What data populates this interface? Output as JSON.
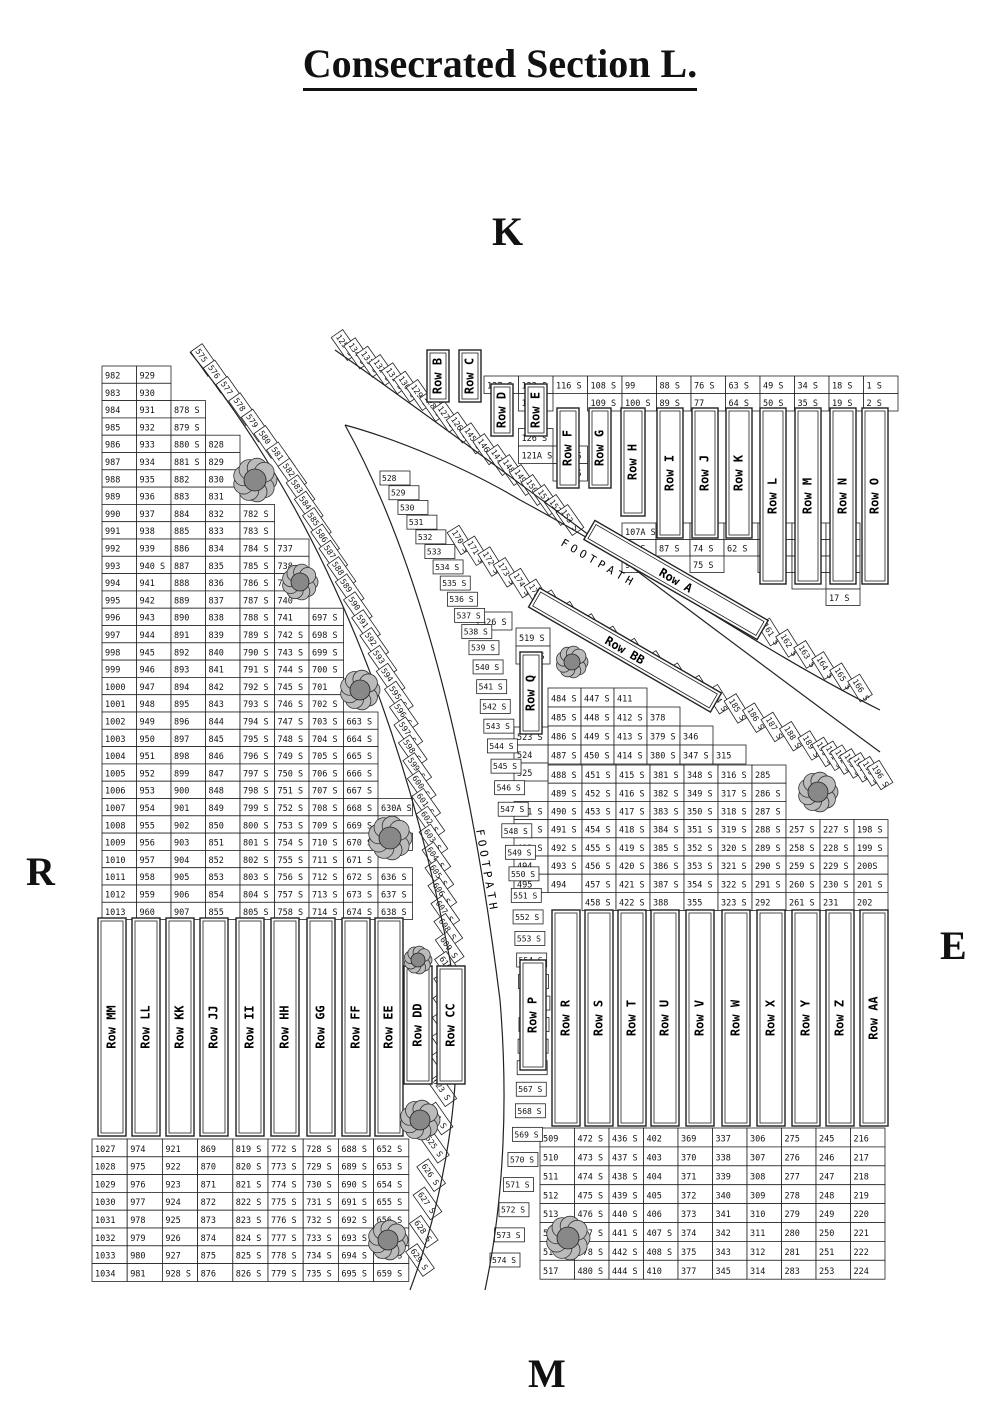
{
  "title": "Consecrated Section L.",
  "directions": {
    "north": "K",
    "west": "R",
    "east": "E",
    "south": "M"
  },
  "footpaths": [
    "FOOTPATH",
    "FOOTPATH"
  ],
  "plots": {
    "left_block_cols": [
      [
        "982",
        "983",
        "984",
        "985",
        "986",
        "987",
        "988",
        "989",
        "990",
        "991",
        "992",
        "993",
        "994",
        "995",
        "996",
        "997",
        "998",
        "999",
        "1000",
        "1001",
        "1002",
        "1003",
        "1004",
        "1005",
        "1006",
        "1007",
        "1008",
        "1009",
        "1010",
        "1011",
        "1012",
        "1013"
      ],
      [
        "929",
        "930",
        "931",
        "932",
        "933",
        "934",
        "935",
        "936",
        "937",
        "938",
        "939",
        "940 S",
        "941",
        "942",
        "943",
        "944",
        "945",
        "946",
        "947",
        "948",
        "949",
        "950",
        "951",
        "952",
        "953",
        "954",
        "955",
        "956",
        "957",
        "958",
        "959",
        "960"
      ],
      [
        "",
        "",
        "878 S",
        "879 S",
        "880 S",
        "881 S",
        "882",
        "883",
        "884",
        "885",
        "886",
        "887",
        "888",
        "889",
        "890",
        "891",
        "892",
        "893",
        "894",
        "895",
        "896",
        "897",
        "898",
        "899",
        "900",
        "901",
        "902",
        "903",
        "904",
        "905",
        "906",
        "907"
      ],
      [
        "",
        "",
        "",
        "",
        "828",
        "829",
        "830",
        "831",
        "832",
        "833",
        "834",
        "835",
        "836",
        "837",
        "838",
        "839",
        "840",
        "841",
        "842",
        "843",
        "844",
        "845",
        "846",
        "847",
        "848",
        "849",
        "850",
        "851",
        "852",
        "853",
        "854",
        "855"
      ],
      [
        "",
        "",
        "",
        "",
        "",
        "",
        "",
        "",
        "782 S",
        "783 S",
        "784 S",
        "785 S",
        "786 S",
        "787 S",
        "788 S",
        "789 S",
        "790 S",
        "791 S",
        "792 S",
        "793 S",
        "794 S",
        "795 S",
        "796 S",
        "797 S",
        "798 S",
        "799 S",
        "800 S",
        "801 S",
        "802 S",
        "803 S",
        "804 S",
        "805 S"
      ],
      [
        "",
        "",
        "",
        "",
        "",
        "",
        "",
        "",
        "",
        "",
        "737",
        "738",
        "739",
        "740",
        "741",
        "742 S",
        "743 S",
        "744 S",
        "745 S",
        "746 S",
        "747 S",
        "748 S",
        "749 S",
        "750 S",
        "751 S",
        "752 S",
        "753 S",
        "754 S",
        "755 S",
        "756 S",
        "757 S",
        "758 S"
      ],
      [
        "",
        "",
        "",
        "",
        "",
        "",
        "",
        "",
        "",
        "",
        "",
        "",
        "",
        "",
        "697 S",
        "698 S",
        "699 S",
        "700 S",
        "701",
        "702 S",
        "703 S",
        "704 S",
        "705 S",
        "706 S",
        "707 S",
        "708 S",
        "709 S",
        "710 S",
        "711 S",
        "712 S",
        "713 S",
        "714 S"
      ],
      [
        "",
        "",
        "",
        "",
        "",
        "",
        "",
        "",
        "",
        "",
        "",
        "",
        "",
        "",
        "",
        "",
        "",
        "",
        "",
        "",
        "663 S",
        "664 S",
        "665 S",
        "666 S",
        "667 S",
        "668 S",
        "669 S",
        "670 S",
        "671 S",
        "672 S",
        "673 S",
        "674 S"
      ],
      [
        "",
        "",
        "",
        "",
        "",
        "",
        "",
        "",
        "",
        "",
        "",
        "",
        "",
        "",
        "",
        "",
        "",
        "",
        "",
        "",
        "",
        "",
        "",
        "",
        "",
        "630A S",
        "",
        "636 S",
        "",
        "636 S",
        "637 S",
        "638 S"
      ]
    ],
    "bottom_left_cols": [
      [
        "1027",
        "1028",
        "1029",
        "1030",
        "1031",
        "1032",
        "1033",
        "1034"
      ],
      [
        "974",
        "975",
        "976",
        "977",
        "978",
        "979",
        "980",
        "981"
      ],
      [
        "921",
        "922",
        "923",
        "924",
        "925",
        "926",
        "927",
        "928 S"
      ],
      [
        "869",
        "870",
        "871",
        "872",
        "873",
        "874",
        "875",
        "876"
      ],
      [
        "819 S",
        "820 S",
        "821 S",
        "822 S",
        "823 S",
        "824 S",
        "825 S",
        "826 S"
      ],
      [
        "772 S",
        "773 S",
        "774 S",
        "775 S",
        "776 S",
        "777 S",
        "778 S",
        "779 S"
      ],
      [
        "728 S",
        "729 S",
        "730 S",
        "731 S",
        "732 S",
        "733 S",
        "734 S",
        "735 S"
      ],
      [
        "688 S",
        "689 S",
        "690 S",
        "691 S",
        "692 S",
        "693 S",
        "694 S",
        "695 S"
      ],
      [
        "652 S",
        "653 S",
        "654 S",
        "655 S",
        "656 S",
        "657 S",
        "658 S",
        "659 S"
      ]
    ],
    "bottom_right_cols": [
      [
        "509",
        "510",
        "511",
        "512",
        "513",
        "514",
        "515",
        "517"
      ],
      [
        "472 S",
        "473 S",
        "474 S",
        "475 S",
        "476 S",
        "477 S",
        "478 S",
        "480 S"
      ],
      [
        "436 S",
        "437 S",
        "438 S",
        "439 S",
        "440 S",
        "441 S",
        "442 S",
        "444 S"
      ],
      [
        "402",
        "403",
        "404",
        "405",
        "406",
        "407 S",
        "408 S",
        "410"
      ],
      [
        "369",
        "370",
        "371",
        "372",
        "373",
        "374",
        "375",
        "377"
      ],
      [
        "337",
        "338",
        "339",
        "340",
        "341",
        "342",
        "343",
        "345"
      ],
      [
        "306",
        "307",
        "308",
        "309",
        "310",
        "311",
        "312",
        "314"
      ],
      [
        "275",
        "276",
        "277",
        "278",
        "279",
        "280",
        "281",
        "283"
      ],
      [
        "245",
        "246",
        "247",
        "248",
        "249",
        "250",
        "251",
        "253"
      ],
      [
        "216",
        "217",
        "218",
        "219",
        "220",
        "221",
        "222",
        "224"
      ]
    ],
    "right_mid_cols": [
      [
        "",
        "",
        "491 S",
        "492 S",
        "493 S",
        "494",
        "495"
      ],
      [
        "488 S",
        "489 S",
        "490 S",
        "491 S",
        "492 S",
        "493 S",
        "494"
      ],
      [
        "451 S",
        "452 S",
        "453 S",
        "454 S",
        "455 S",
        "456 S",
        "457 S",
        "458 S"
      ],
      [
        "415 S",
        "416 S",
        "417 S",
        "418 S",
        "419 S",
        "420 S",
        "421 S",
        "422 S"
      ],
      [
        "381 S",
        "382 S",
        "383 S",
        "384 S",
        "385 S",
        "386 S",
        "387 S",
        "388"
      ],
      [
        "348 S",
        "349 S",
        "350 S",
        "351 S",
        "352 S",
        "353 S",
        "354 S",
        "355"
      ],
      [
        "316 S",
        "317 S",
        "318 S",
        "319 S",
        "320 S",
        "321 S",
        "322 S",
        "323 S"
      ],
      [
        "285",
        "286 S",
        "287 S",
        "288 S",
        "289 S",
        "290 S",
        "291 S",
        "292"
      ],
      [
        "",
        "",
        "",
        "257 S",
        "258 S",
        "259 S",
        "260 S",
        "261 S"
      ],
      [
        "",
        "",
        "",
        "227 S",
        "228 S",
        "229 S",
        "230 S",
        "231"
      ],
      [
        "",
        "",
        "",
        "198 S",
        "199 S",
        "200S",
        "201 S",
        "202"
      ]
    ],
    "upper_mid_cols": [
      [
        "484 S",
        "485 S",
        "486 S",
        "487 S"
      ],
      [
        "447 S",
        "448 S",
        "449 S",
        "450 S"
      ],
      [
        "411",
        "412 S",
        "413 S",
        "414 S"
      ],
      [
        "",
        "378",
        "379 S",
        "380 S"
      ],
      [
        "",
        "",
        "346",
        "347 S"
      ],
      [
        "",
        "",
        "",
        "315"
      ]
    ],
    "top_right_cols": [
      [
        "127 S",
        "",
        "",
        "",
        "",
        ""
      ],
      [
        "122 S",
        "117 S",
        "",
        "126 S",
        "121A S",
        ""
      ],
      [
        "116 S",
        "",
        "",
        "",
        "114 S",
        "115 S"
      ],
      [
        "108 S",
        "109 S",
        "",
        "",
        "",
        ""
      ],
      [
        "99",
        "100 S",
        "",
        "",
        "",
        ""
      ],
      [
        "88 S",
        "89 S",
        "",
        "",
        "",
        ""
      ],
      [
        "76 S",
        "77",
        "",
        "",
        "",
        ""
      ],
      [
        "63 S",
        "64 S",
        "",
        "",
        "",
        ""
      ],
      [
        "49 S",
        "50 S",
        "",
        "",
        "",
        ""
      ],
      [
        "34 S",
        "35 S",
        "",
        "",
        "",
        ""
      ],
      [
        "18 S",
        "19 S",
        "",
        "",
        "",
        ""
      ],
      [
        "1 S",
        "2 S",
        "",
        "",
        "",
        ""
      ]
    ],
    "row_a_cols": [
      [
        "107A S",
        "97 S",
        "98 S"
      ],
      [
        "86 S",
        "87 S"
      ],
      [
        "73 S",
        "74 S",
        "75 S"
      ],
      [
        "61 S",
        "62 S"
      ],
      [
        "46 S",
        "47 S",
        "48 S"
      ],
      [
        "30 S",
        "31 S",
        "32 S",
        "33 S"
      ],
      [
        "13 S",
        "14 S",
        "15 S",
        "16 S",
        "17 S"
      ]
    ],
    "strip_left_top": [
      "575 S",
      "576 S",
      "577 S",
      "578 S",
      "579 S",
      "580 S",
      "581 S",
      "582 S",
      "583 S",
      "584 S",
      "585 S",
      "586 S",
      "587 S",
      "588 S",
      "589 S",
      "590 S",
      "591 S",
      "592 S",
      "593 S",
      "594 S",
      "595 S",
      "596 S",
      "597 S",
      "598 S",
      "599 S",
      "600 S",
      "601 S",
      "602 S",
      "603 S",
      "604 S",
      "605 S",
      "606 S",
      "607 S",
      "608 S",
      "609 S",
      "610 S",
      "611 S",
      "612 S",
      "620 S",
      "621 S",
      "622 S",
      "623 S",
      "624 S",
      "625 S",
      "626 S",
      "627 S",
      "628 S",
      "629 S"
    ],
    "strip_center": [
      "528",
      "529",
      "530",
      "531",
      "532",
      "533",
      "534 S",
      "535 S",
      "536 S",
      "537 S",
      "538 S",
      "539 S",
      "540 S",
      "541 S",
      "542 S",
      "543 S",
      "544 S",
      "545 S",
      "546 S",
      "547 S",
      "548 S",
      "549 S",
      "550 S",
      "551 S",
      "552 S",
      "553 S",
      "554 S",
      "555 S",
      "556 S",
      "564 S",
      "565 S",
      "566 S",
      "567 S",
      "568 S",
      "569 S",
      "570 S",
      "571 S",
      "572 S",
      "573 S",
      "574 S"
    ],
    "strip_top_diag": [
      "125 S",
      "134 S",
      "133 S",
      "132 S",
      "131 S",
      "130 S",
      "129 S",
      "128 S",
      "127 S",
      "126 S",
      "145 S",
      "146 S",
      "147 S",
      "148 S",
      "149 S",
      "150 S",
      "151 S",
      "152 S",
      "153 S"
    ],
    "strip_row_a_lower": [
      "170 S",
      "171 S",
      "172 S",
      "173 S",
      "174 S",
      "175 S",
      "176 S",
      "177 S",
      "178 S",
      "179 S",
      "180 S",
      "181 S",
      "182 S",
      "183 S",
      "184 S",
      "185 S",
      "186 S",
      "187 S",
      "188 S",
      "189 S",
      "190 S",
      "191 S",
      "192 S",
      "193 S",
      "194 S",
      "195 S",
      "196 S"
    ],
    "strip_row_a_right": [
      "161 S",
      "162 S",
      "163 S",
      "164 S",
      "165 S",
      "166 S"
    ],
    "misc": [
      "519 S",
      "520 S",
      "526 S",
      "523 S",
      "524",
      "525"
    ]
  },
  "rows_vertical": [
    "Row MM",
    "Row LL",
    "Row KK",
    "Row JJ",
    "Row II",
    "Row HH",
    "Row GG",
    "Row FF",
    "Row EE",
    "Row DD",
    "Row CC",
    "Row P",
    "Row R",
    "Row S",
    "Row T",
    "Row U",
    "Row V",
    "Row W",
    "Row X",
    "Row Y",
    "Row Z",
    "Row AA",
    "Row Q",
    "Row B",
    "Row C",
    "Row D",
    "Row E",
    "Row F",
    "Row G",
    "Row H",
    "Row I",
    "Row J",
    "Row K",
    "Row L",
    "Row M",
    "Row N",
    "Row O"
  ],
  "rows_diagonal": [
    "Row A",
    "Row BB"
  ]
}
